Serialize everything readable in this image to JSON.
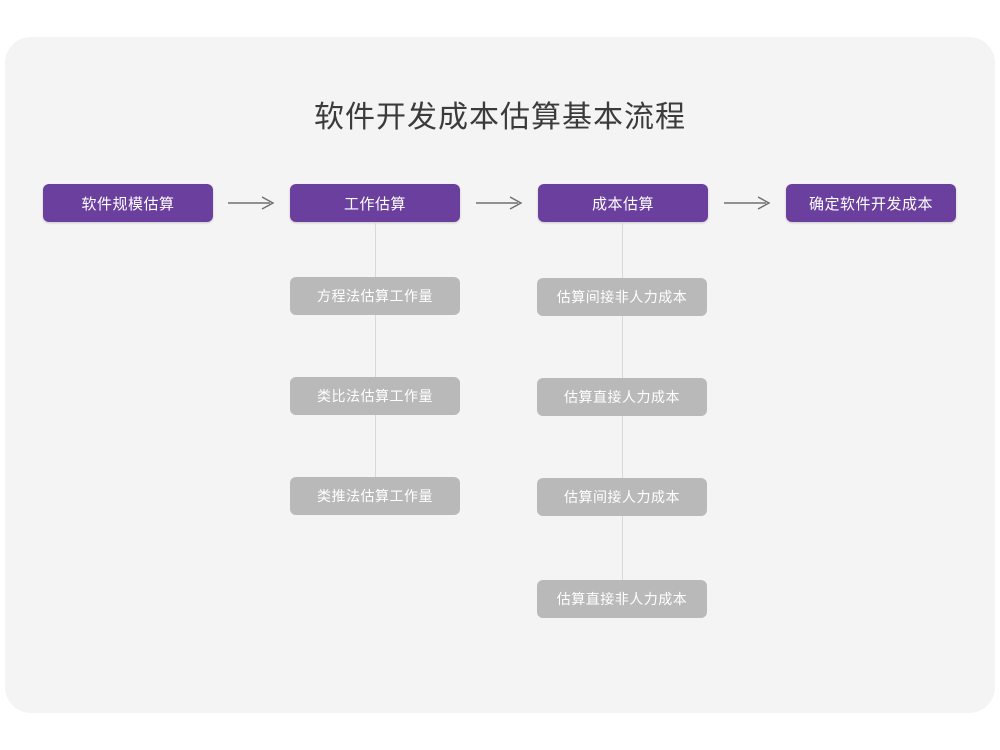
{
  "diagram": {
    "title": "软件开发成本估算基本流程",
    "colors": {
      "primary": "#6b3f9e",
      "secondary": "#b9b9b9",
      "card_background": "#f4f4f5",
      "page_background": "#ffffff",
      "connector": "#d8d8d8",
      "arrow": "#6e6e6e",
      "title_text": "#3b3b3b",
      "node_text": "#ffffff"
    },
    "main_steps": [
      {
        "id": "step-1",
        "label": "软件规模估算"
      },
      {
        "id": "step-2",
        "label": "工作估算"
      },
      {
        "id": "step-3",
        "label": "成本估算"
      },
      {
        "id": "step-4",
        "label": "确定软件开发成本"
      }
    ],
    "arrows": [
      {
        "id": "arrow-1",
        "from": "软件规模估算",
        "to": "工作估算",
        "glyph": "arrow-right-icon"
      },
      {
        "id": "arrow-2",
        "from": "工作估算",
        "to": "成本估算",
        "glyph": "arrow-right-icon"
      },
      {
        "id": "arrow-3",
        "from": "成本估算",
        "to": "确定软件开发成本",
        "glyph": "arrow-right-icon"
      }
    ],
    "sub_columns": [
      {
        "id": "sub-column-work",
        "parent": "工作估算",
        "items": [
          {
            "label": "方程法估算工作量"
          },
          {
            "label": "类比法估算工作量"
          },
          {
            "label": "类推法估算工作量"
          }
        ]
      },
      {
        "id": "sub-column-cost",
        "parent": "成本估算",
        "items": [
          {
            "label": "估算间接非人力成本"
          },
          {
            "label": "估算直接人力成本"
          },
          {
            "label": "估算间接人力成本"
          },
          {
            "label": "估算直接非人力成本"
          }
        ]
      }
    ]
  }
}
